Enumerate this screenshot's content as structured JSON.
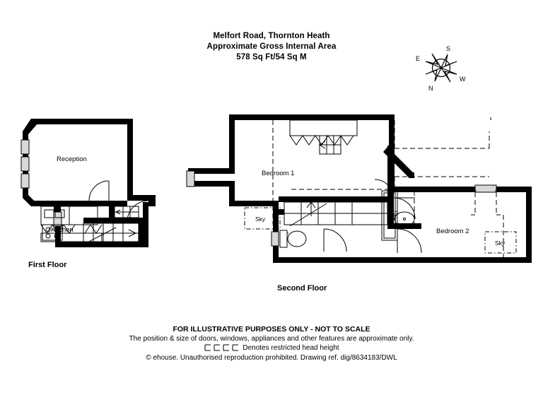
{
  "document": {
    "type": "floor-plan",
    "title_lines": [
      "Melfort Road, Thornton Heath",
      "Approximate Gross Internal Area",
      "578 Sq Ft/54 Sq M"
    ],
    "address": "Melfort Road, Thornton Heath",
    "area_description": "Approximate Gross Internal Area",
    "area_value": "578 Sq Ft/54 Sq M",
    "ink_color": "#000000",
    "paper_color": "#ffffff",
    "window_fill": "#d8d8d8"
  },
  "compass": {
    "name": "compass-rose",
    "labels": {
      "top_right": "S",
      "left": "E",
      "right": "W",
      "bottom_left": "N"
    },
    "points": [
      "S",
      "E",
      "W",
      "N"
    ]
  },
  "floors": [
    {
      "id": "first-floor",
      "label": "First Floor",
      "rooms": [
        {
          "name": "Reception",
          "label": "Reception"
        },
        {
          "name": "Kitchen",
          "label": "Kitchen"
        }
      ],
      "fixtures": [
        "sink",
        "hob",
        "worktop",
        "staircase",
        "doors",
        "bay-window"
      ]
    },
    {
      "id": "second-floor",
      "label": "Second Floor",
      "rooms": [
        {
          "name": "Bedroom 1",
          "label": "Bedroom 1"
        },
        {
          "name": "Bedroom 2",
          "label": "Bedroom 2"
        }
      ],
      "skylights": [
        {
          "id": "sky-bedroom1",
          "label": "Sky",
          "orientation": "horizontal"
        },
        {
          "id": "sky-landing",
          "label": "Sky",
          "orientation": "vertical"
        },
        {
          "id": "sky-bedroom2",
          "label": "Sky",
          "orientation": "horizontal"
        }
      ],
      "fixtures": [
        "wc",
        "basin",
        "wardrobe",
        "staircase",
        "doors",
        "restricted-head-height"
      ]
    }
  ],
  "footer": {
    "headline": "FOR ILLUSTRATIVE PURPOSES ONLY - NOT TO SCALE",
    "disclaimer": "The position & size of doors, windows, appliances and other features are approximate only.",
    "denotes": "Denotes restricted head height",
    "copyright": "© ehouse. Unauthorised reproduction prohibited. Drawing ref. dig/8634183/DWL"
  }
}
